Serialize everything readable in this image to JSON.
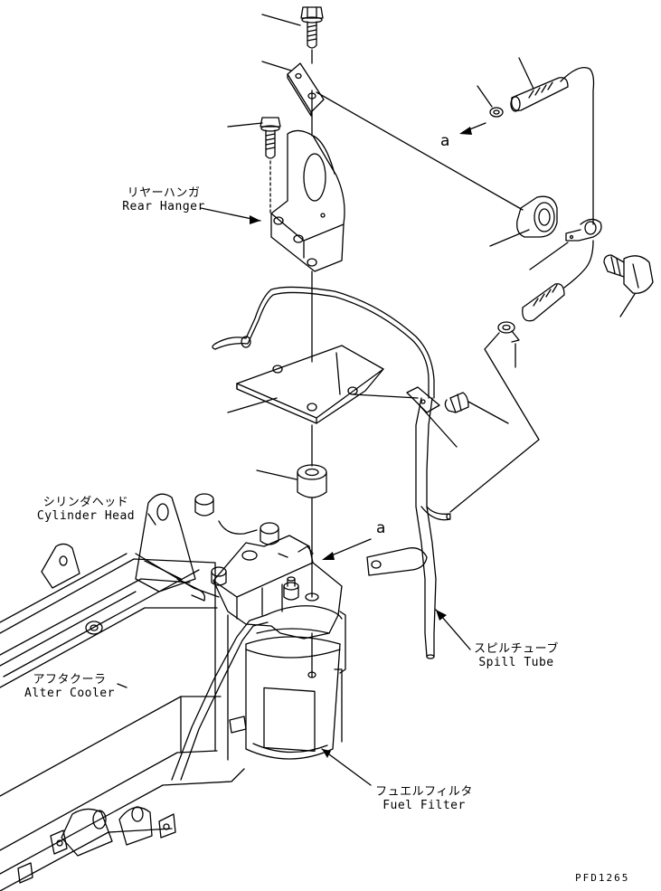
{
  "labels": {
    "rear_hanger": {
      "ja": "リヤーハンガ",
      "en": "Rear Hanger"
    },
    "cylinder_head": {
      "ja": "シリンダヘッド",
      "en": "Cylinder Head"
    },
    "after_cooler": {
      "ja": "アフタクーラ",
      "en": "Alter Cooler"
    },
    "spill_tube": {
      "ja": "スピルチューブ",
      "en": "Spill Tube"
    },
    "fuel_filter": {
      "ja": "フュエルフィルタ",
      "en": "Fuel Filter"
    }
  },
  "reference_marks": [
    "a",
    "a"
  ],
  "drawing_code": "PFD1265",
  "colors": {
    "line": "#000000",
    "background": "#ffffff"
  }
}
